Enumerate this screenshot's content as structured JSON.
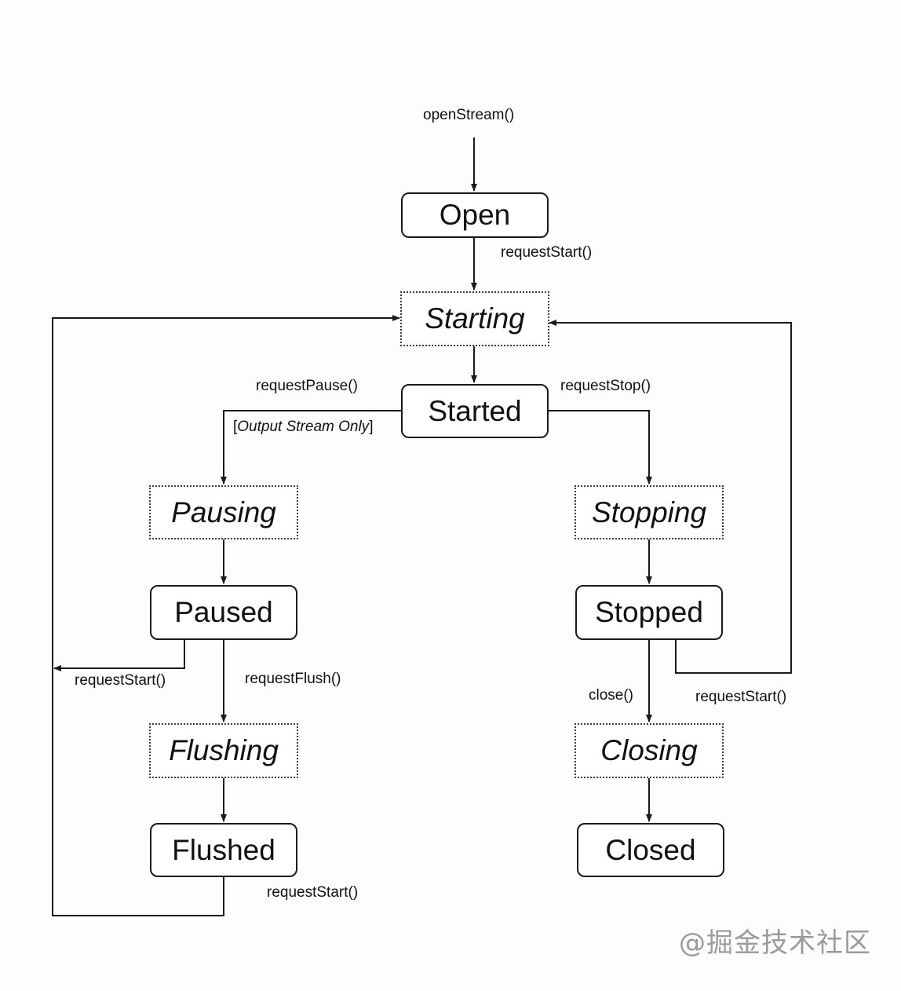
{
  "states": {
    "open": "Open",
    "starting": "Starting",
    "started": "Started",
    "pausing": "Pausing",
    "paused": "Paused",
    "flushing": "Flushing",
    "flushed": "Flushed",
    "stopping": "Stopping",
    "stopped": "Stopped",
    "closing": "Closing",
    "closed": "Closed"
  },
  "transitions": {
    "open_stream": "openStream()",
    "open_to_starting": "requestStart()",
    "request_pause": "requestPause()",
    "output_only_open": "[",
    "output_only_text": "Output Stream Only",
    "output_only_close": "]",
    "request_stop": "requestStop()",
    "paused_to_starting": "requestStart()",
    "request_flush": "requestFlush()",
    "close": "close()",
    "stopped_to_starting": "requestStart()",
    "flushed_to_starting": "requestStart()"
  },
  "watermark": "@掘金技术社区"
}
